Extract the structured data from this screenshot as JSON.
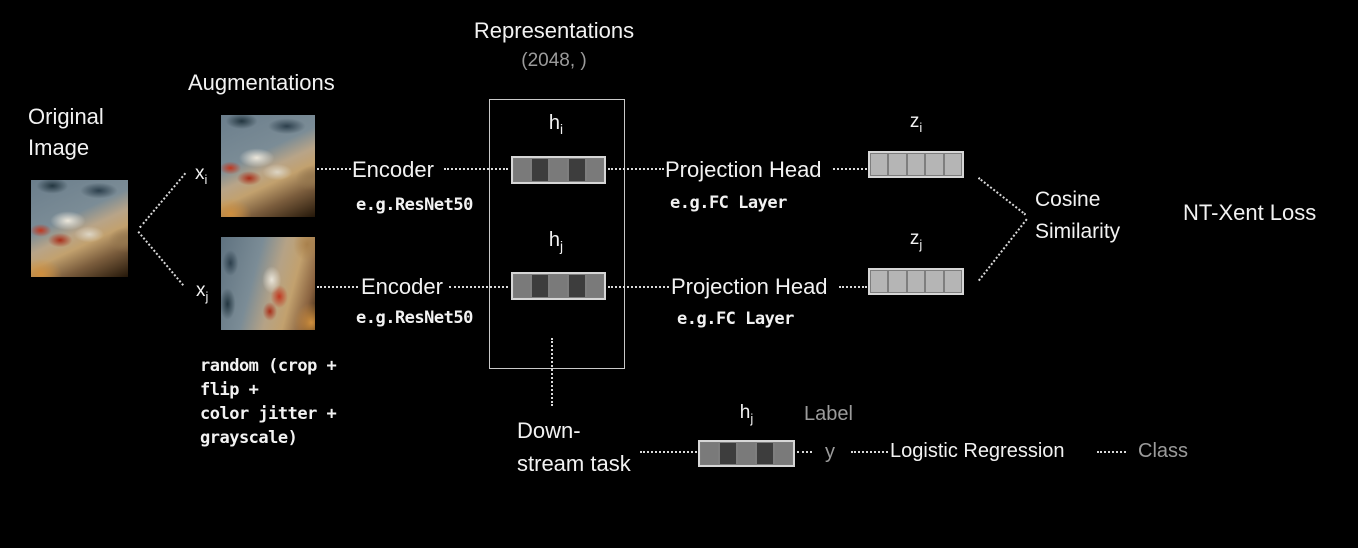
{
  "colors": {
    "background": "#000000",
    "text_primary": "#f2f2f2",
    "text_secondary": "#9b9b9b",
    "dotted_line": "#d8d8d8",
    "box_border": "#c9c9c9",
    "bar_frame": "#d6d6d6",
    "medium": "#7a7a7a",
    "dark": "#3d3d3d",
    "light": "#b5b5b5"
  },
  "header": {
    "representations_title": "Representations",
    "representations_shape": "(2048, )",
    "augmentations_label": "Augmentations"
  },
  "input": {
    "original_label_line1": "Original",
    "original_label_line2": "Image",
    "augmentation_note_lines": [
      "random (crop +",
      "flip +",
      "color jitter +",
      "grayscale)"
    ]
  },
  "labels": {
    "xi": {
      "base": "x",
      "sub": "i"
    },
    "xj": {
      "base": "x",
      "sub": "j"
    },
    "hi": {
      "base": "h",
      "sub": "i"
    },
    "hj": {
      "base": "h",
      "sub": "j"
    },
    "zi": {
      "base": "z",
      "sub": "i"
    },
    "zj": {
      "base": "z",
      "sub": "j"
    },
    "hj_downstream": {
      "base": "h",
      "sub": "j"
    }
  },
  "encoder": {
    "title": "Encoder",
    "subtitle": "e.g.ResNet50"
  },
  "projection_head": {
    "title": "Projection Head",
    "subtitle": "e.g.FC Layer"
  },
  "vectors": {
    "hi_cells": [
      "medium",
      "dark",
      "medium",
      "dark",
      "medium"
    ],
    "hj_cells": [
      "medium",
      "dark",
      "medium",
      "dark",
      "medium"
    ],
    "zi_cells": [
      "light",
      "light",
      "light",
      "light",
      "light"
    ],
    "zj_cells": [
      "light",
      "light",
      "light",
      "light",
      "light"
    ],
    "hj_downstream_cells": [
      "medium",
      "dark",
      "medium",
      "dark",
      "medium"
    ]
  },
  "loss": {
    "cosine_line1": "Cosine",
    "cosine_line2": "Similarity",
    "nt_xent": "NT-Xent Loss"
  },
  "downstream": {
    "task_line1": "Down-",
    "task_line2": "stream task",
    "label_text": "Label",
    "y_text": "y",
    "classifier": "Logistic Regression",
    "class_text": "Class"
  }
}
